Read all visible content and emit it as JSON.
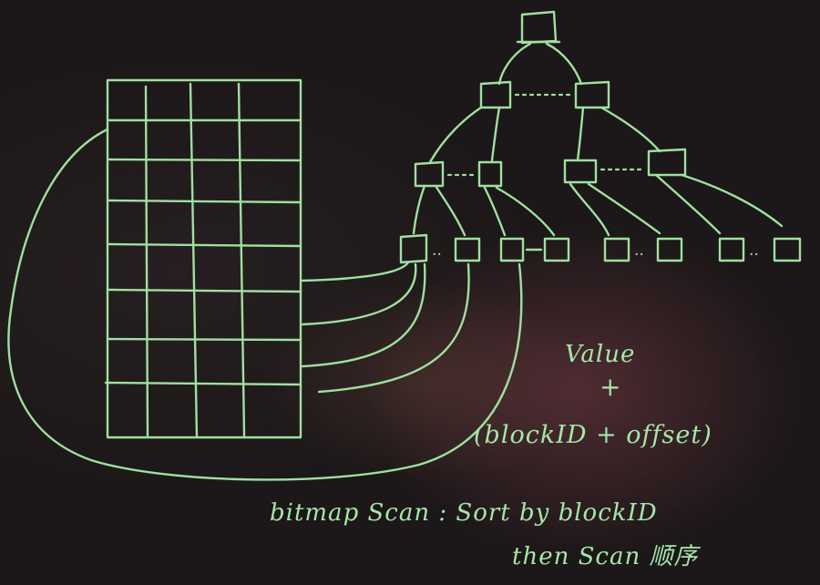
{
  "leaf_labels": [
    "..",
    "..",
    "..",
    ".."
  ],
  "notes": {
    "value": "Value",
    "plus": "+",
    "block_offset": "(blockID + offset)",
    "bitmap_line1": "bitmap Scan :  Sort by blockID",
    "bitmap_line2": "then Scan 顺序"
  },
  "colors": {
    "chalk": "#9fe0a0",
    "board": "#1c1718"
  }
}
